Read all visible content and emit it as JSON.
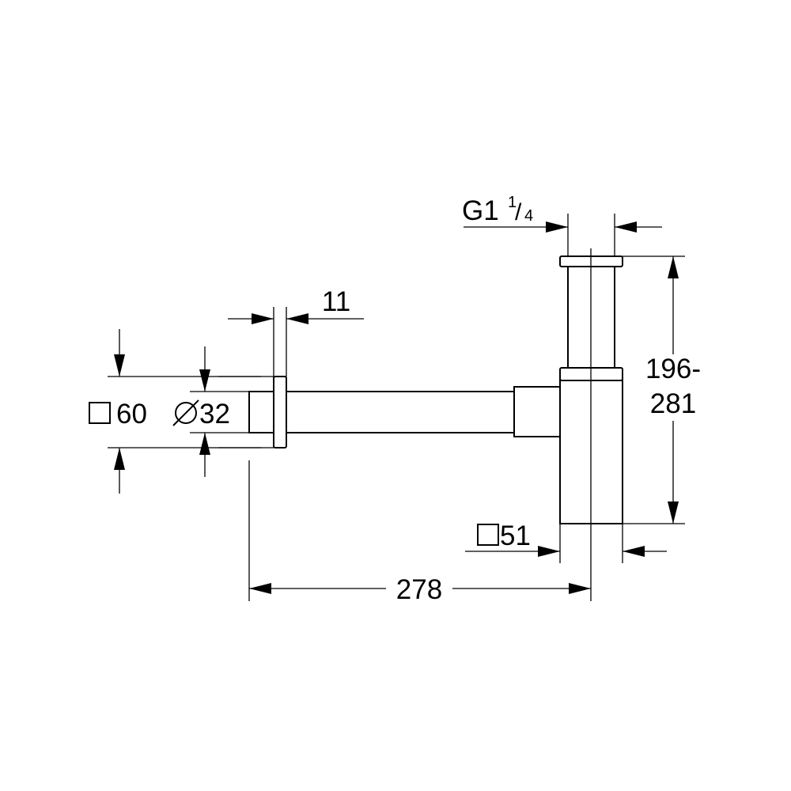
{
  "dimensions": {
    "wall_flange_thickness": "11",
    "wall_rosette_square": "60",
    "outlet_pipe_diameter": "32",
    "thread_size_main": "G1",
    "thread_fraction_numerator": "1",
    "thread_fraction_slash": "/",
    "thread_fraction_denominator": "4",
    "height_range_top": "196-",
    "height_range_bottom": "281",
    "body_square": "51",
    "total_length": "278"
  },
  "colors": {
    "line": "#000000",
    "background": "#ffffff"
  }
}
